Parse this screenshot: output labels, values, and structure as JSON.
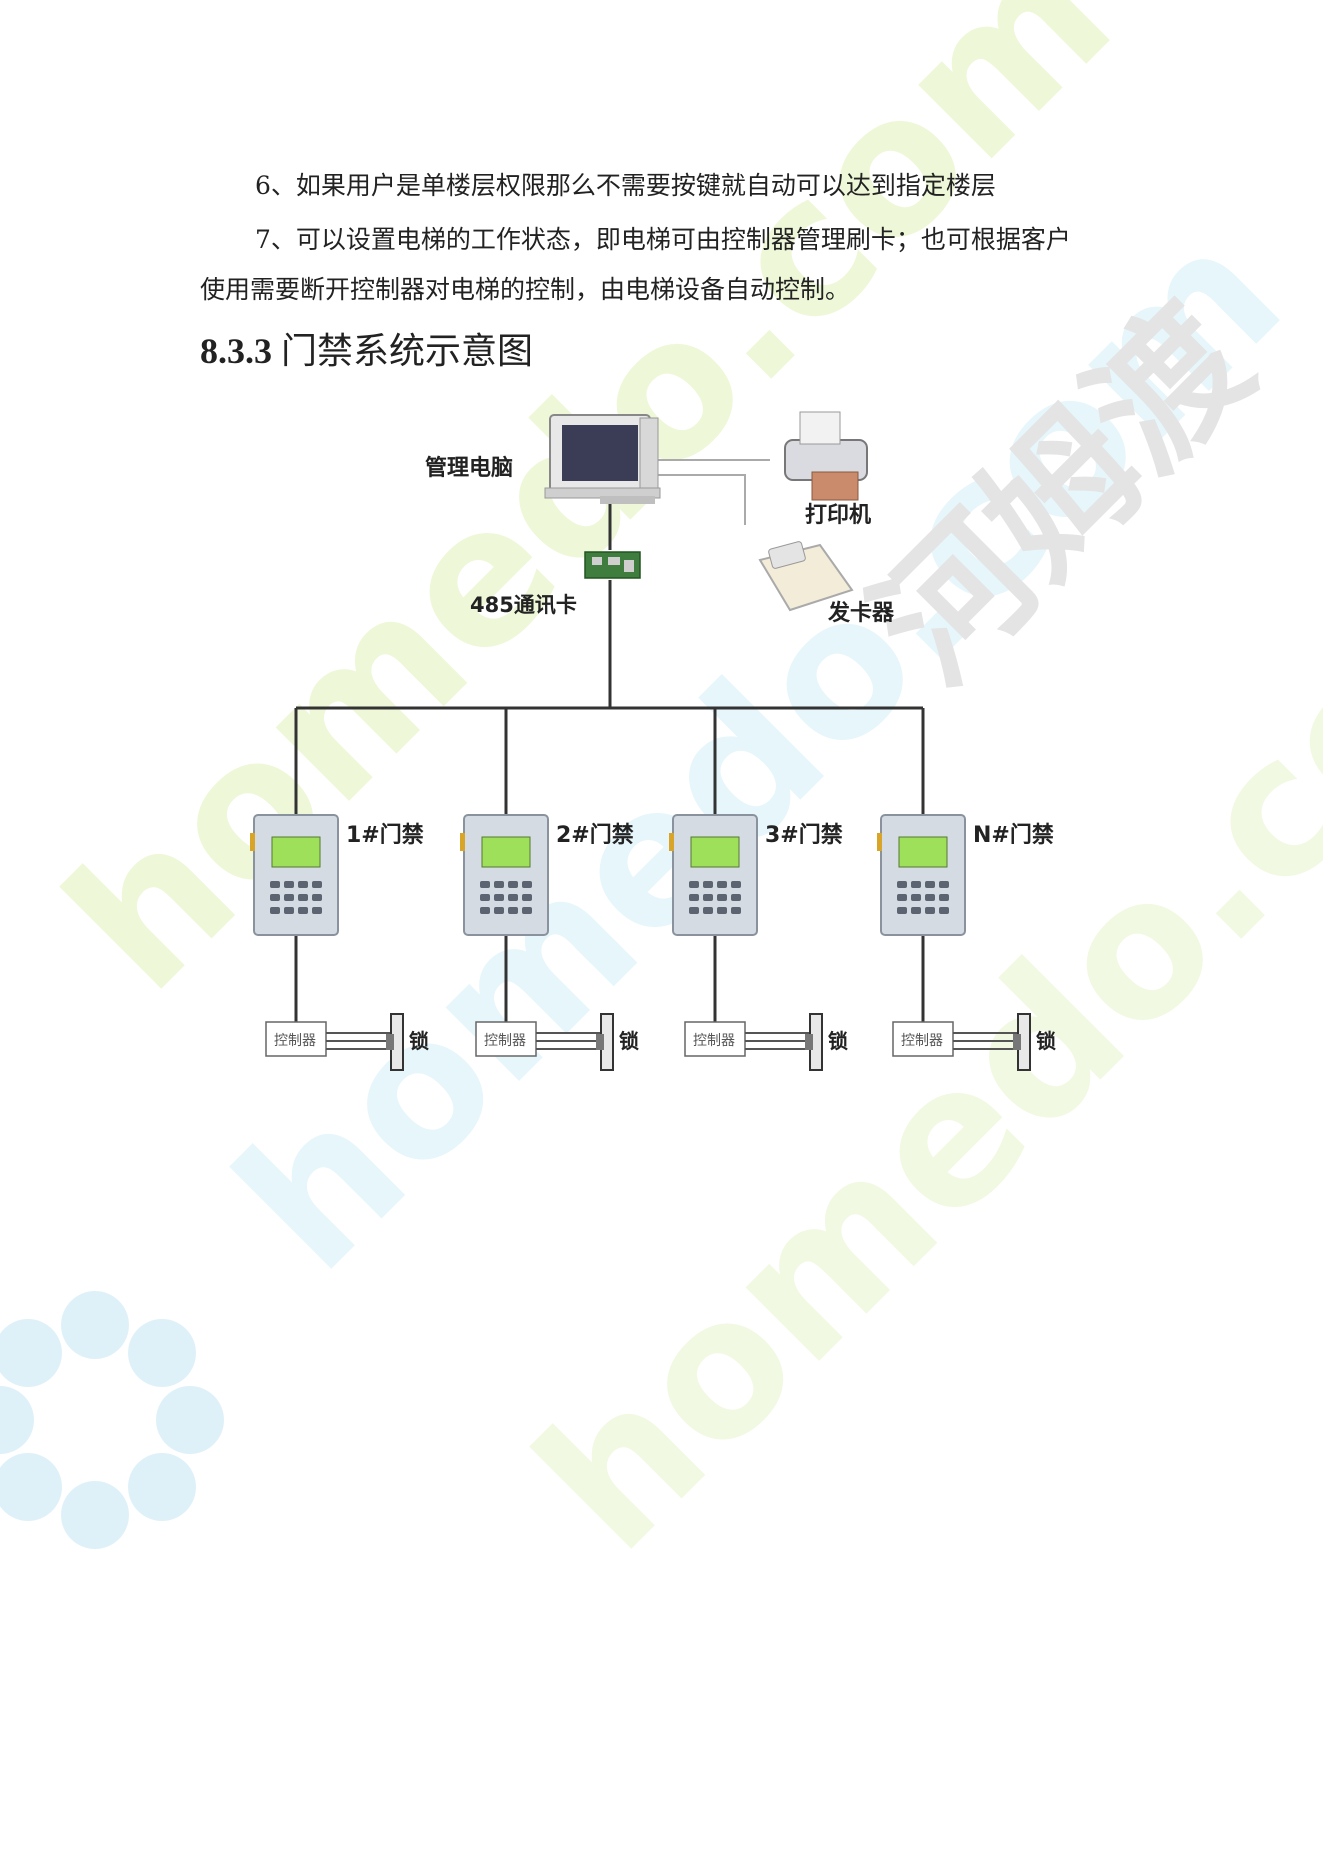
{
  "text": {
    "item6": "6、如果用户是单楼层权限那么不需要按键就自动可以达到指定楼层",
    "item7_line1": "7、可以设置电梯的工作状态，即电梯可由控制器管理刷卡；也可根据客户",
    "item7_line2": "使用需要断开控制器对电梯的控制，由电梯设备自动控制。"
  },
  "section": {
    "number": "8.3.3",
    "title": "门禁系统示意图"
  },
  "diagram": {
    "computer_label": "管理电脑",
    "printer_label": "打印机",
    "card_issuer_label": "发卡器",
    "comm_card_label": "485通讯卡",
    "doors": [
      {
        "label": "1#门禁",
        "controller_label": "控制器",
        "lock_label": "锁"
      },
      {
        "label": "2#门禁",
        "controller_label": "控制器",
        "lock_label": "锁"
      },
      {
        "label": "3#门禁",
        "controller_label": "控制器",
        "lock_label": "锁"
      },
      {
        "label": "N#门禁",
        "controller_label": "控制器",
        "lock_label": "锁"
      }
    ]
  },
  "watermark": {
    "brand": "homedo.com",
    "brand_cn": "河姆渡"
  }
}
